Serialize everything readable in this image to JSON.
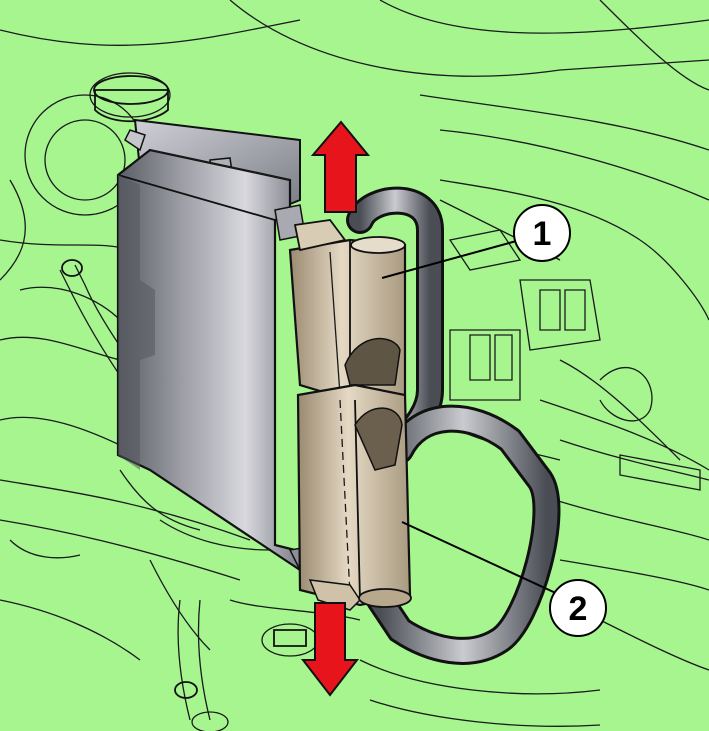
{
  "callouts": [
    {
      "id": "1",
      "label": "1"
    },
    {
      "id": "2",
      "label": "2"
    }
  ],
  "colors": {
    "background": "#a6f58f",
    "arrow": "#e8141c",
    "connector": "#c8b89a",
    "module": "#8e8e96",
    "harness": "#6f737a"
  },
  "arrows": [
    {
      "name": "pull-up-arrow",
      "direction": "up"
    },
    {
      "name": "pull-down-arrow",
      "direction": "down"
    }
  ]
}
